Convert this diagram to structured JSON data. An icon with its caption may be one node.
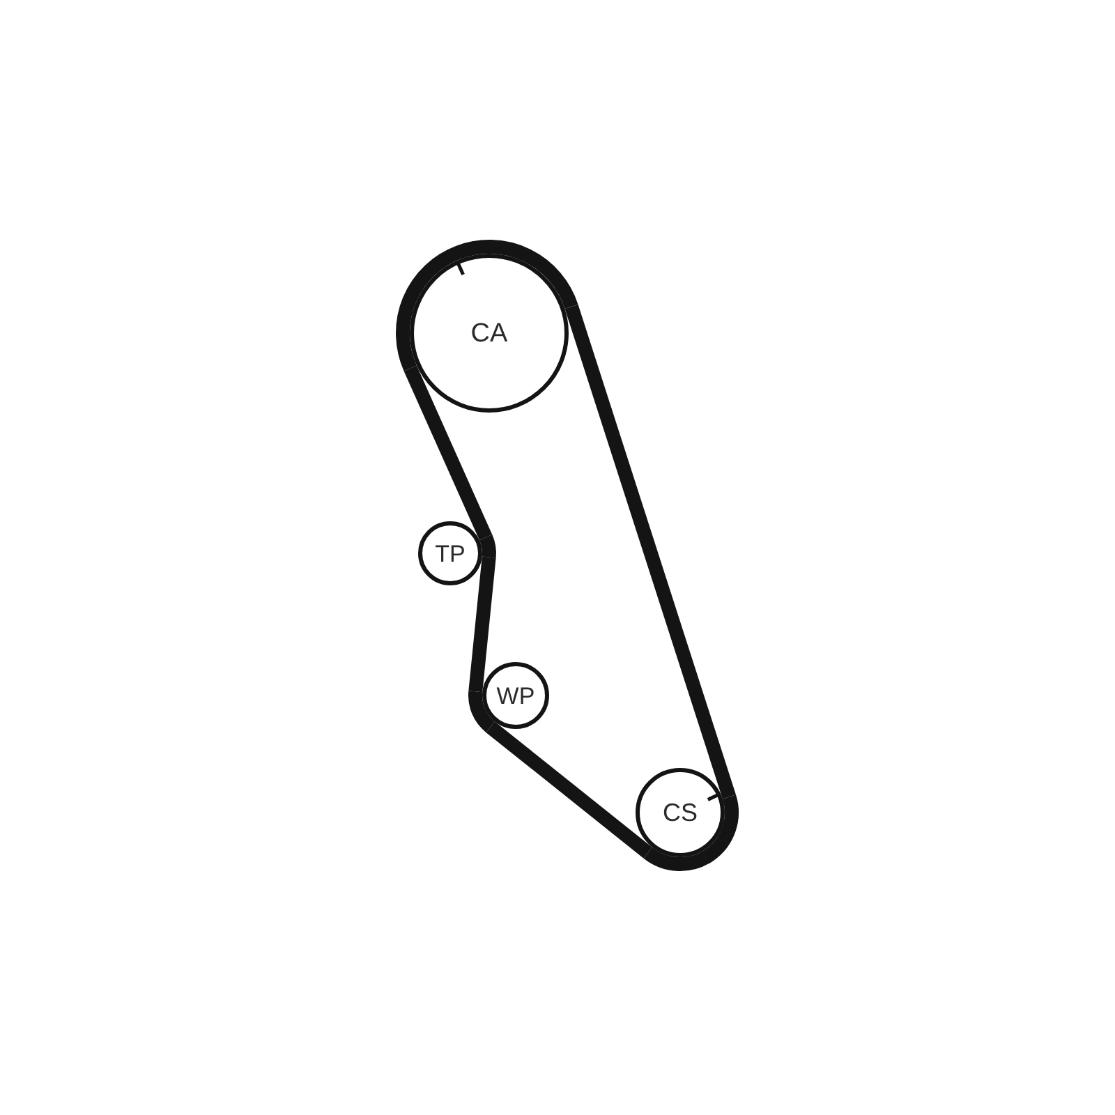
{
  "diagram": {
    "nodes": [
      {
        "text": [
          "CA"
        ]
      },
      {
        "text": [
          "TP"
        ]
      },
      {
        "text": [
          "WP"
        ]
      },
      {
        "text": [
          "CS"
        ]
      }
    ],
    "edges": [
      {
        "from": 0,
        "to": 1,
        "arrow": "none"
      },
      {
        "from": 1,
        "to": 2,
        "arrow": "none"
      },
      {
        "from": 2,
        "to": 3,
        "arrow": "none"
      },
      {
        "from": 3,
        "to": 0,
        "arrow": "none"
      }
    ]
  }
}
